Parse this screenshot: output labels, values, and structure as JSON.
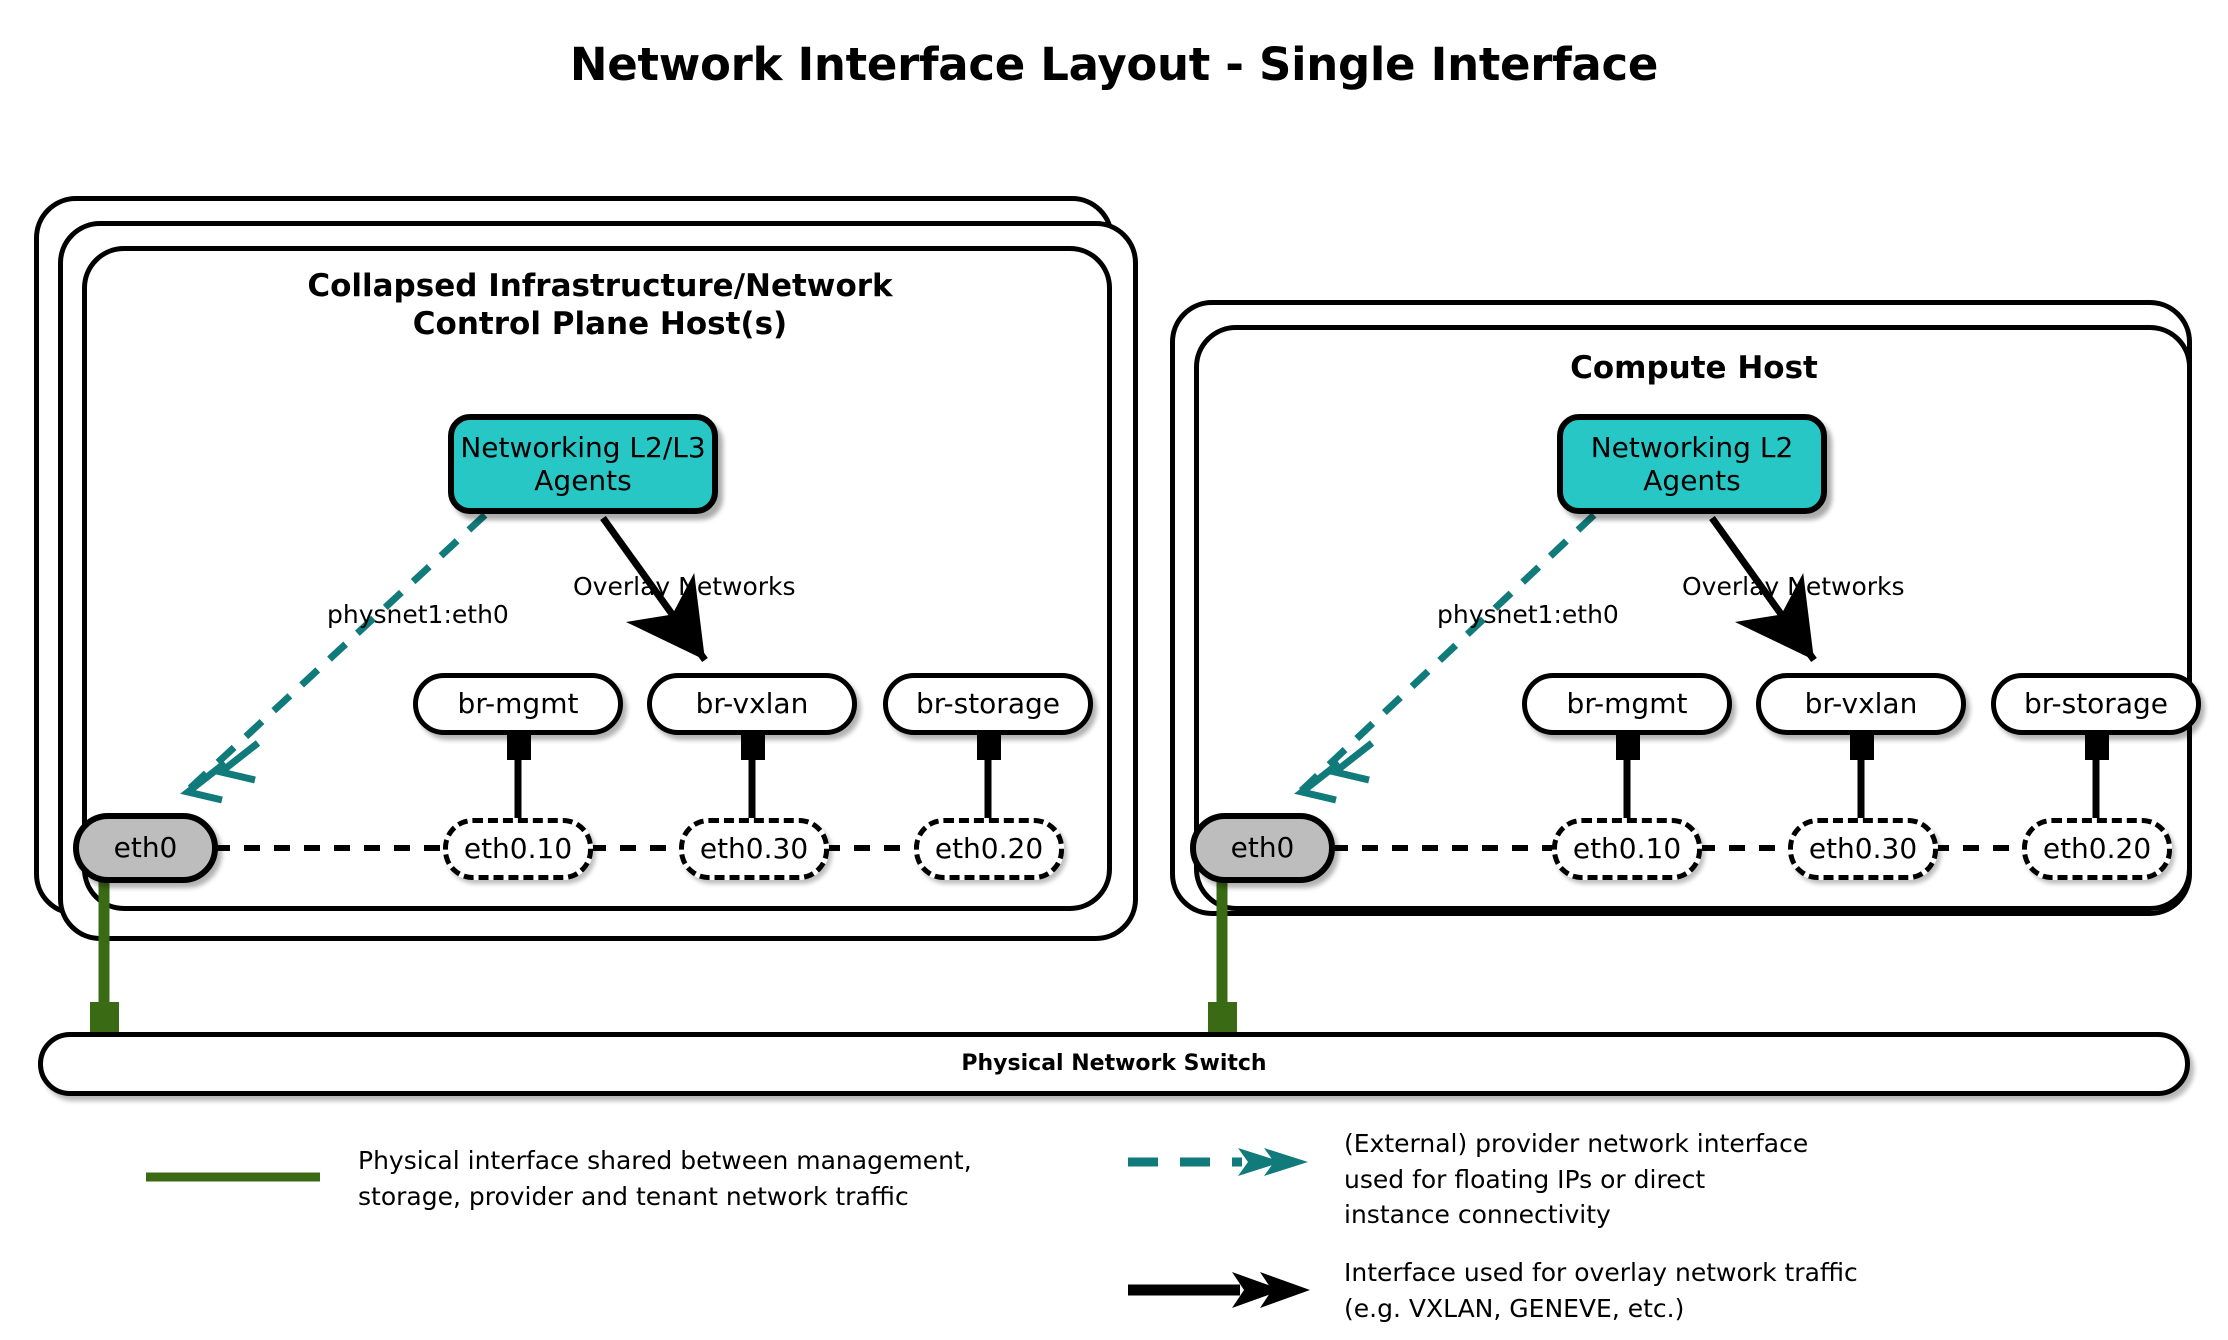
{
  "title": "Network Interface Layout - Single Interface",
  "colors": {
    "agent_fill": "#27c7c6",
    "nic_fill": "#bdbdbd",
    "provider_teal": "#117a7a",
    "physical_green": "#3a6b14",
    "outline": "#000000"
  },
  "hosts": [
    {
      "id": "control-plane",
      "title": "Collapsed Infrastructure/Network\nControl Plane Host(s)",
      "stack_layers": 3,
      "agents": {
        "label": "Networking\nL2/L3 Agents"
      },
      "provider_label": "physnet1:eth0",
      "overlay_label": "Overlay Networks",
      "nic": {
        "label": "eth0"
      },
      "bridges": [
        {
          "label": "br-mgmt"
        },
        {
          "label": "br-vxlan"
        },
        {
          "label": "br-storage"
        }
      ],
      "vlans": [
        {
          "label": "eth0.10"
        },
        {
          "label": "eth0.30"
        },
        {
          "label": "eth0.20"
        }
      ]
    },
    {
      "id": "compute",
      "title": "Compute Host",
      "stack_layers": 2,
      "agents": {
        "label": "Networking\nL2 Agents"
      },
      "provider_label": "physnet1:eth0",
      "overlay_label": "Overlay Networks",
      "nic": {
        "label": "eth0"
      },
      "bridges": [
        {
          "label": "br-mgmt"
        },
        {
          "label": "br-vxlan"
        },
        {
          "label": "br-storage"
        }
      ],
      "vlans": [
        {
          "label": "eth0.10"
        },
        {
          "label": "eth0.30"
        },
        {
          "label": "eth0.20"
        }
      ]
    }
  ],
  "switch": {
    "label": "Physical Network Switch"
  },
  "legend": [
    {
      "id": "physical-interface",
      "style": "solid-green-line",
      "text": "Physical interface shared between management,\nstorage, provider and tenant network traffic"
    },
    {
      "id": "provider-interface",
      "style": "dashed-teal-double-arrow",
      "text": "(External) provider network interface\nused for floating IPs or direct\ninstance connectivity"
    },
    {
      "id": "overlay-interface",
      "style": "solid-black-double-arrow",
      "text": "Interface used for overlay network traffic\n(e.g. VXLAN, GENEVE, etc.)"
    }
  ]
}
